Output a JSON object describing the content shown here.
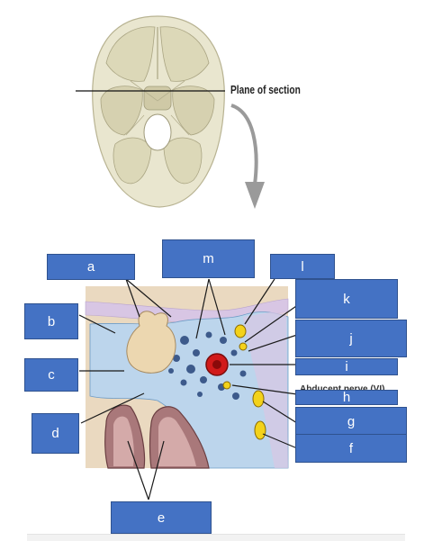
{
  "top_figure": {
    "plane_label": "Plane of section"
  },
  "bottom_figure": {
    "partial_label": "Abducent nerve (VI)"
  },
  "answer_boxes": {
    "a": "a",
    "b": "b",
    "c": "c",
    "d": "d",
    "e": "e",
    "f": "f",
    "g": "g",
    "h": "h",
    "i": "i",
    "j": "j",
    "k": "k",
    "l": "l",
    "m": "m"
  },
  "colors": {
    "box_fill": "#4472c4",
    "box_border": "#2f528f",
    "bone": "#bcd5ec",
    "dura": "#d8c6e4",
    "pituitary": "#ecd7b0",
    "carotid": "#d11a1a",
    "nerves": "#f3d21a"
  }
}
